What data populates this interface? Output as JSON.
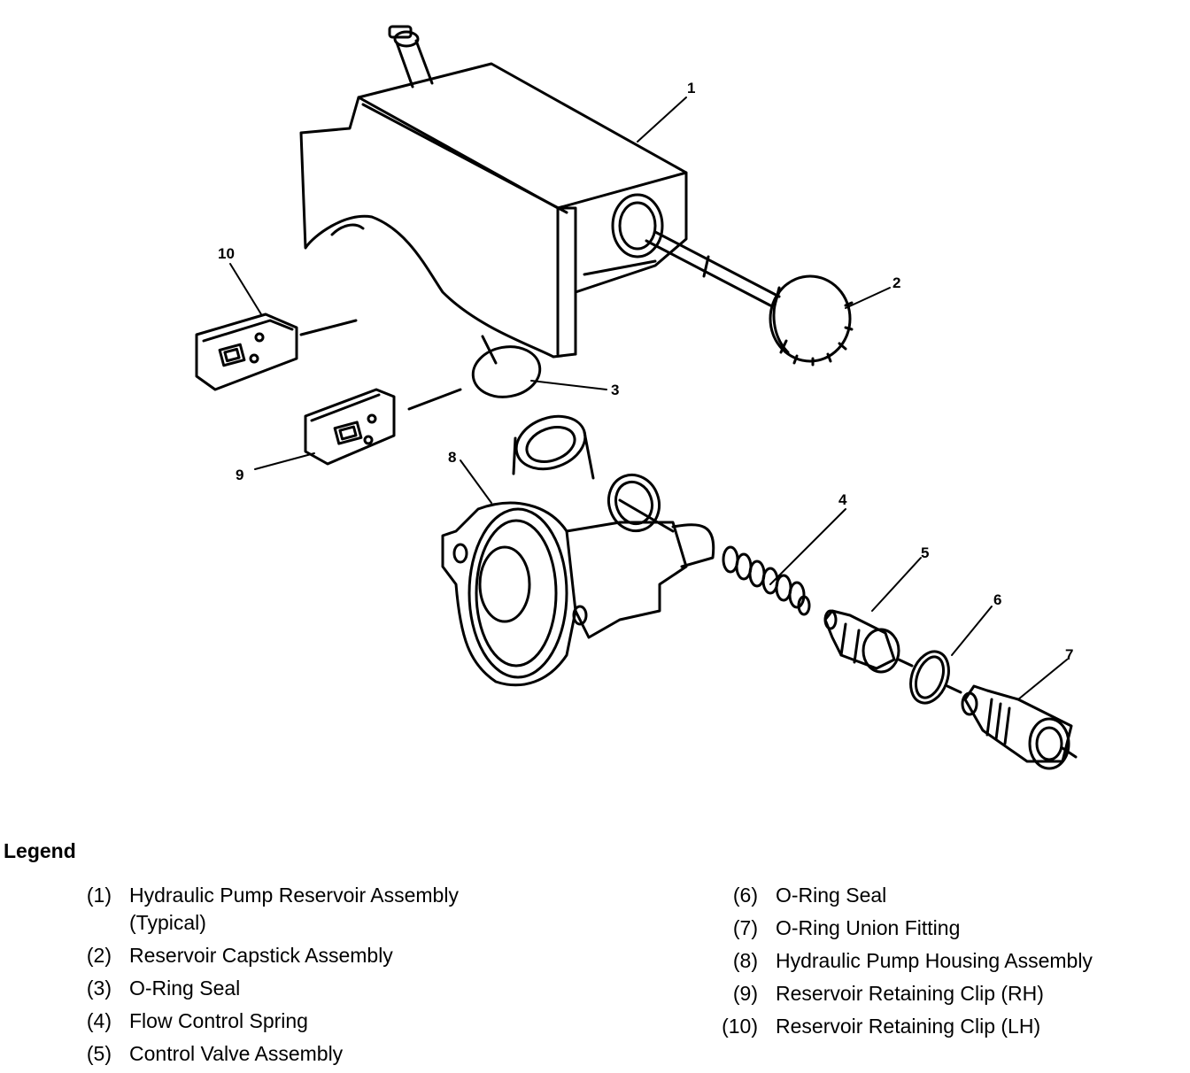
{
  "callouts": [
    "1",
    "2",
    "3",
    "4",
    "5",
    "6",
    "7",
    "8",
    "9",
    "10"
  ],
  "legend": {
    "title": "Legend",
    "left": [
      {
        "num": "(1)",
        "text": "Hydraulic Pump Reservoir Assembly\n(Typical)"
      },
      {
        "num": "(2)",
        "text": "Reservoir Capstick Assembly"
      },
      {
        "num": "(3)",
        "text": "O-Ring Seal"
      },
      {
        "num": "(4)",
        "text": "Flow Control Spring"
      },
      {
        "num": "(5)",
        "text": "Control Valve Assembly"
      }
    ],
    "right": [
      {
        "num": "(6)",
        "text": "O-Ring Seal"
      },
      {
        "num": "(7)",
        "text": "O-Ring Union Fitting"
      },
      {
        "num": "(8)",
        "text": "Hydraulic Pump Housing Assembly"
      },
      {
        "num": "(9)",
        "text": "Reservoir Retaining Clip (RH)"
      },
      {
        "num": "(10)",
        "text": "Reservoir Retaining Clip (LH)"
      }
    ]
  }
}
